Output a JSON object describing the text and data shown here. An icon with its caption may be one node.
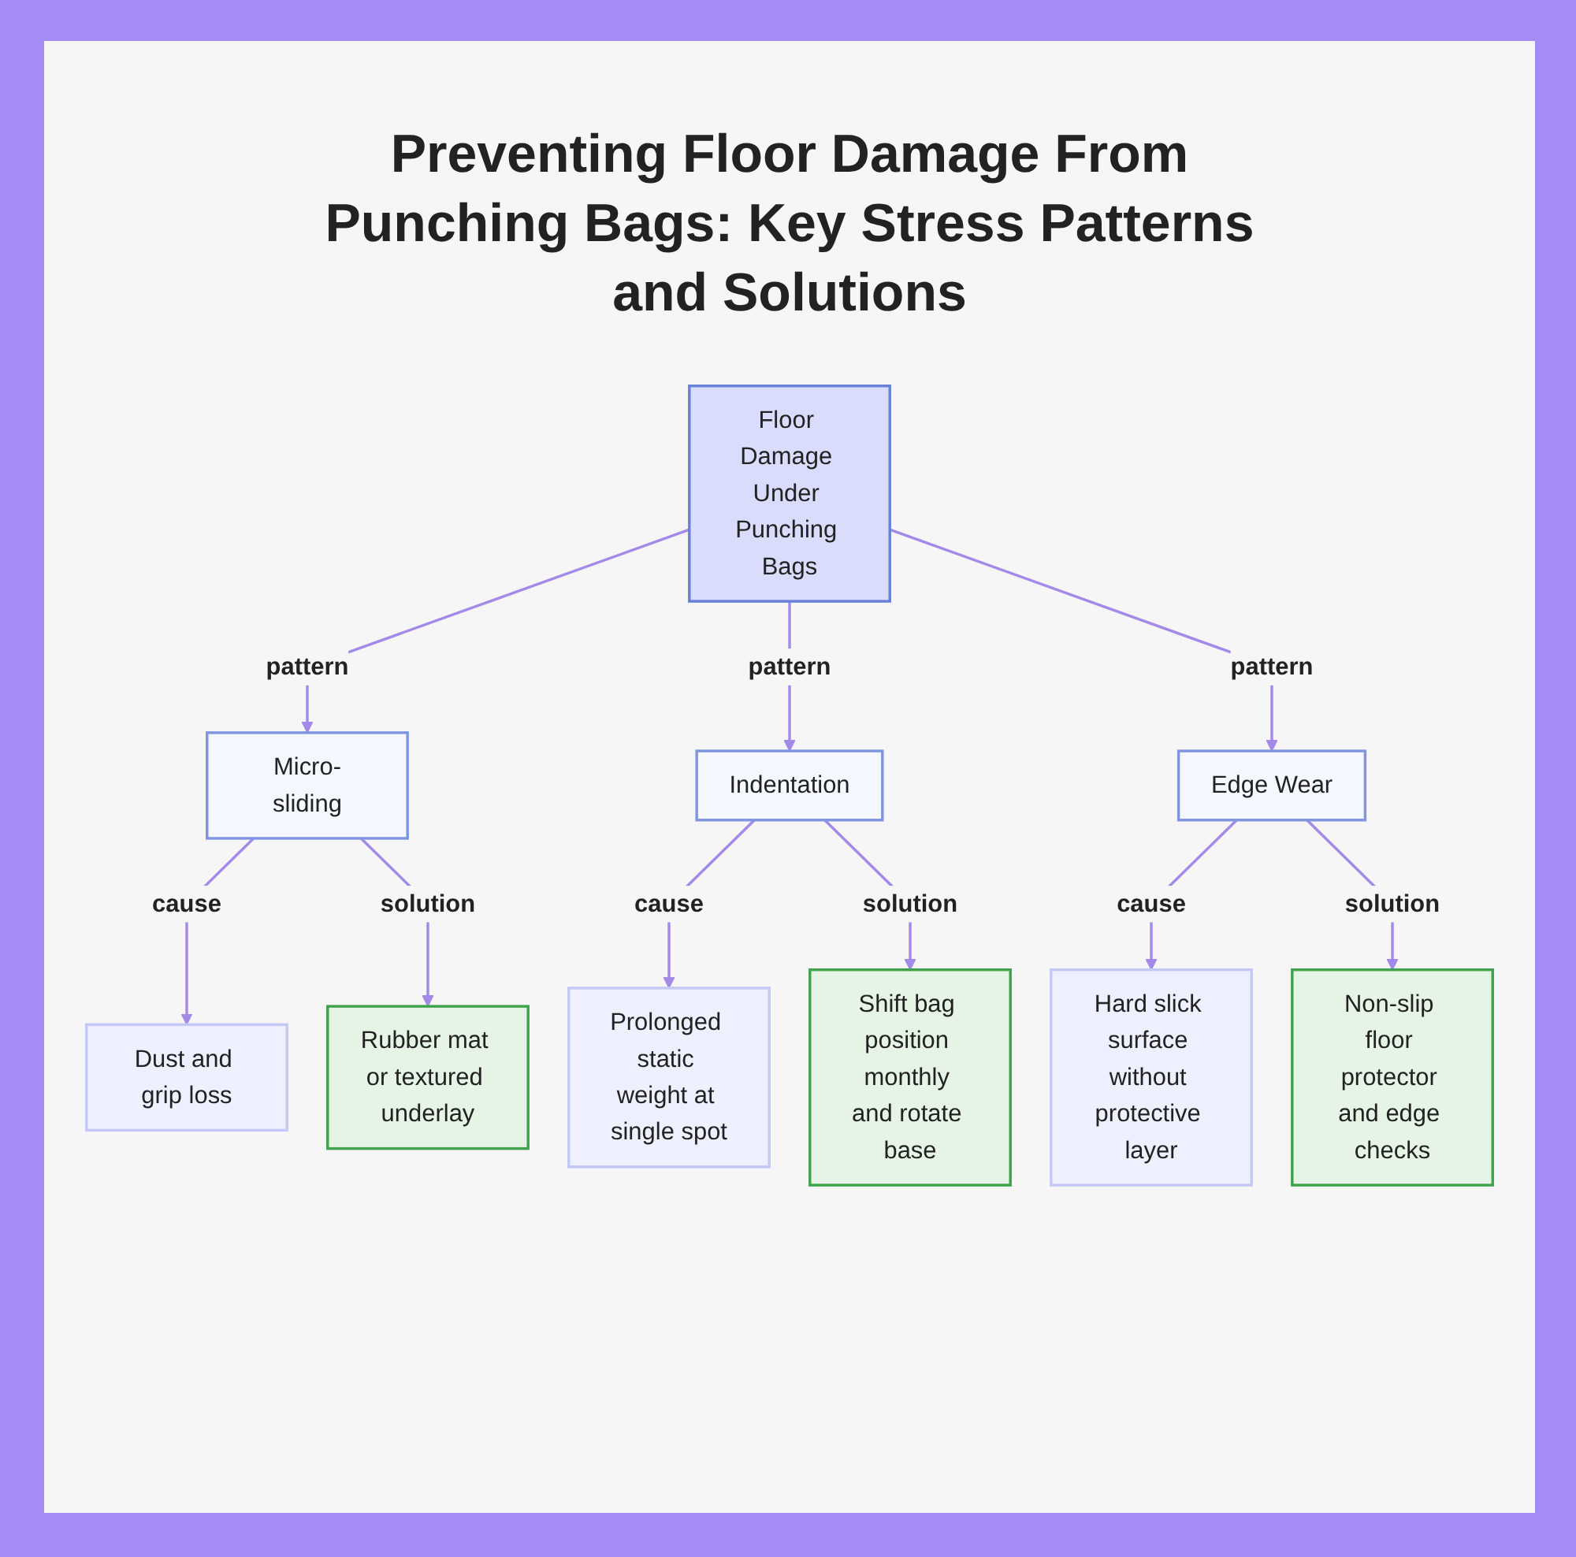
{
  "diagram": {
    "title": "Preventing Floor Damage From Punching Bags: Key Stress Patterns and Solutions",
    "nodes": [
      {
        "text": [
          "Floor Damage Under Punching Bags"
        ]
      },
      {
        "text": [
          "Micro-sliding"
        ]
      },
      {
        "text": [
          "Indentation"
        ]
      },
      {
        "text": [
          "Edge Wear"
        ]
      },
      {
        "text": [
          "Dust and grip loss"
        ]
      },
      {
        "text": [
          "Rubber mat or textured underlay"
        ]
      },
      {
        "text": [
          "Prolonged static weight at single spot"
        ]
      },
      {
        "text": [
          "Shift bag position monthly and rotate base"
        ]
      },
      {
        "text": [
          "Hard slick surface without protective layer"
        ]
      },
      {
        "text": [
          "Non-slip floor protector and edge checks"
        ]
      }
    ],
    "edges": [
      {
        "from": 0,
        "to": 1,
        "label": "pattern",
        "arrow": "to"
      },
      {
        "from": 0,
        "to": 2,
        "label": "pattern",
        "arrow": "to"
      },
      {
        "from": 0,
        "to": 3,
        "label": "pattern",
        "arrow": "to"
      },
      {
        "from": 1,
        "to": 4,
        "label": "cause",
        "arrow": "to"
      },
      {
        "from": 1,
        "to": 5,
        "label": "solution",
        "arrow": "to"
      },
      {
        "from": 2,
        "to": 6,
        "label": "cause",
        "arrow": "to"
      },
      {
        "from": 2,
        "to": 7,
        "label": "solution",
        "arrow": "to"
      },
      {
        "from": 3,
        "to": 8,
        "label": "cause",
        "arrow": "to"
      },
      {
        "from": 3,
        "to": 9,
        "label": "solution",
        "arrow": "to"
      }
    ]
  }
}
